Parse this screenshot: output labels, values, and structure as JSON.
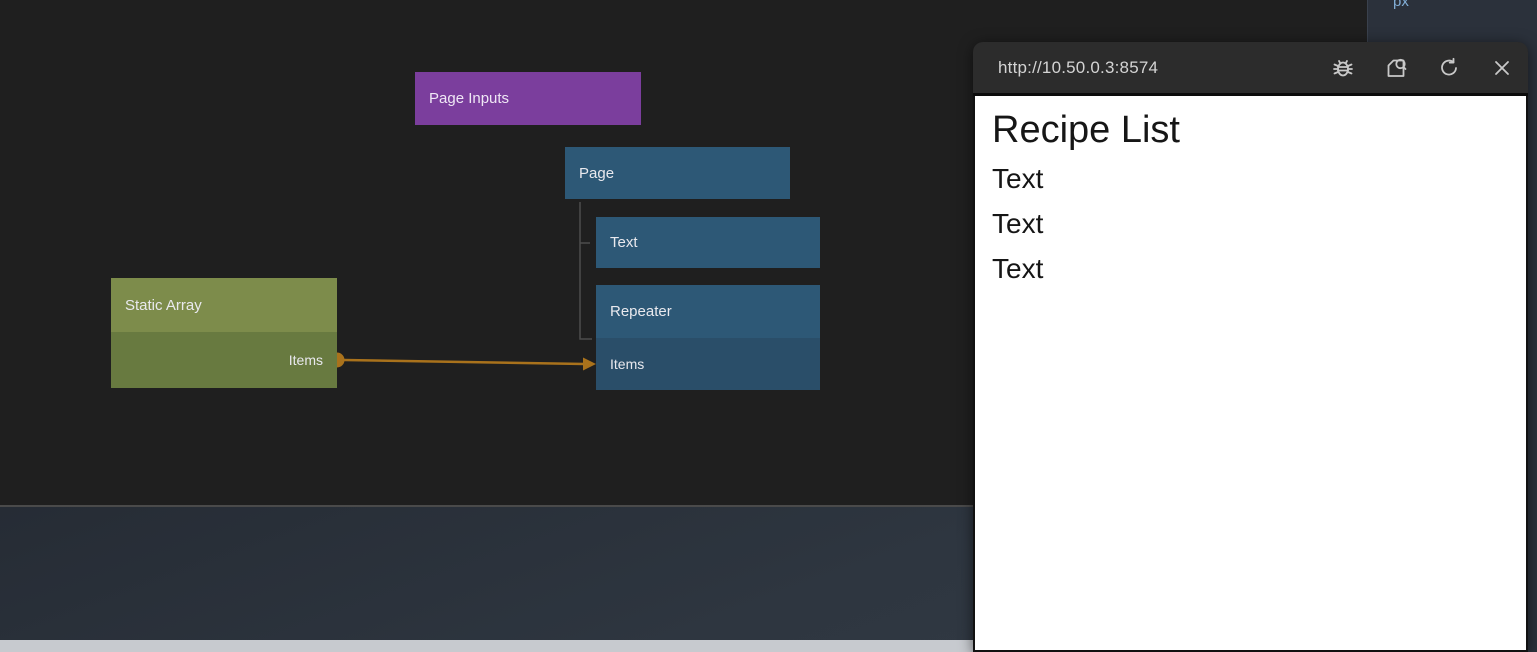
{
  "canvas": {
    "nodes": {
      "page_inputs": {
        "label": "Page Inputs"
      },
      "page": {
        "label": "Page"
      },
      "text": {
        "label": "Text"
      },
      "repeater": {
        "label": "Repeater",
        "input_port_label": "Items"
      },
      "static_array": {
        "label": "Static Array",
        "output_port_label": "Items"
      }
    },
    "connection": {
      "from": "Static Array / Items",
      "to": "Repeater / Items"
    },
    "colors": {
      "canvas_bg": "#1f1f1f",
      "purple_node": "#7b3e9d",
      "blue_node": "#2d5876",
      "blue_node_port_row": "#2a4e69",
      "green_node_header": "#7d8c4b",
      "green_node_body": "#687a40",
      "wire": "#a9721c",
      "tree_connector": "#4d4d4d"
    }
  },
  "sidebar": {
    "unit_label": "px"
  },
  "bottom_panel": {},
  "browser": {
    "url": "http://10.50.0.3:8574",
    "toolbar_icons": [
      "debug-icon",
      "open-preview-icon",
      "refresh-icon",
      "close-icon"
    ],
    "toolbar_bg": "#2c2c2c",
    "page": {
      "title": "Recipe List",
      "items": [
        "Text",
        "Text",
        "Text"
      ]
    }
  }
}
